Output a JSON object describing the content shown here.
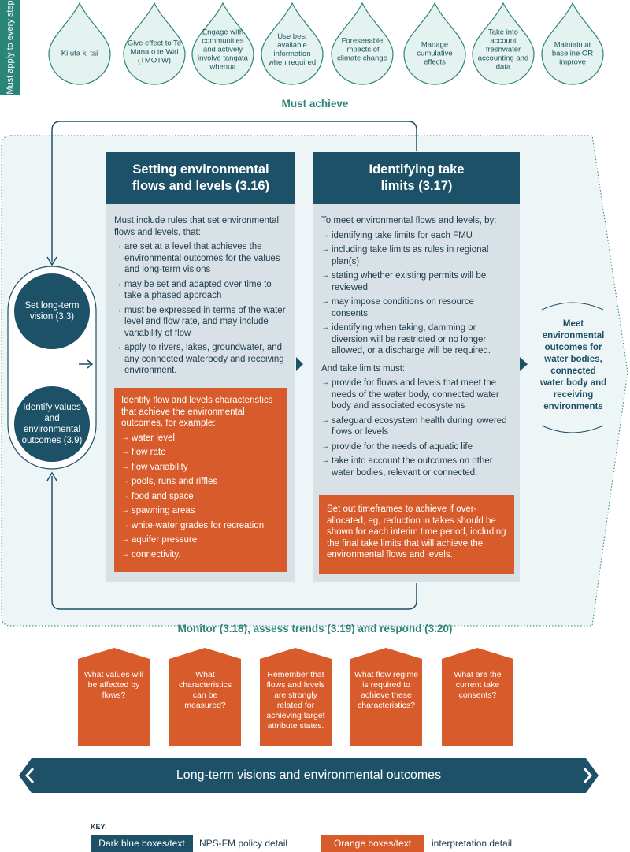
{
  "side_tab": "Must apply to every step",
  "principles": [
    "Ki uta ki tai",
    "Give effect to Te Mana o te Wai (TMOTW)",
    "Engage with communities and actively involve tangata whenua",
    "Use best available information when required",
    "Foreseeable impacts of climate change",
    "Manage cumulative effects",
    "Take into account freshwater accounting and data",
    "Maintain at baseline OR improve"
  ],
  "must_achieve": "Must achieve",
  "circles": {
    "vision": "Set long-term vision (3.3)",
    "values": "Identify values and environmental outcomes (3.9)"
  },
  "panel_left": {
    "title": "Setting environmental flows and levels (3.16)",
    "intro": "Must include rules that set environmental flows and levels, that:",
    "bullets": [
      "are set at a level that achieves the environmental outcomes for the values and long-term visions",
      "may be set and adapted over time to take a phased approach",
      "must be expressed in terms of the water level and flow rate, and may include variability of flow",
      "apply to rivers, lakes, groundwater, and any connected waterbody and receiving environment."
    ],
    "orange_intro": "Identify flow and levels characteristics that achieve the environmental outcomes, for example:",
    "orange_bullets": [
      "water level",
      "flow rate",
      "flow variability",
      "pools, runs and riffles",
      "food and space",
      "spawning areas",
      "white-water grades for recreation",
      "aquifer pressure",
      "connectivity."
    ]
  },
  "panel_right": {
    "title": "Identifying take limits (3.17)",
    "intro": "To meet environmental flows and levels, by:",
    "bullets": [
      "identifying take limits for each FMU",
      "including take limits as rules in regional plan(s)",
      "stating whether existing permits will be reviewed",
      "may impose conditions on resource consents",
      "identifying when taking, damming or diversion will be restricted or no longer allowed, or a discharge will be required."
    ],
    "intro2": "And take limits must:",
    "bullets2": [
      "provide for flows and levels that meet the needs of the water body, connected water body and associated ecosystems",
      "safeguard ecosystem health during lowered flows or levels",
      "provide for the needs of aquatic life",
      "take into account the outcomes on other water bodies, relevant or connected."
    ],
    "orange_text": "Set out timeframes to achieve if over-allocated, eg, reduction in takes should be shown for each interim time period, including the final take limits that will achieve the environmental flows and levels."
  },
  "outcome_text": "Meet environmental outcomes for water bodies, connected water body and receiving environments",
  "monitor": "Monitor (3.18), assess trends (3.19) and respond (3.20)",
  "questions": [
    "What values will be affected by flows?",
    "What characteristics can be measured?",
    "Remember that flows and levels are strongly related for achieving target attribute states.",
    "What flow regime is required to achieve these characteristics?",
    "What are the current take consents?"
  ],
  "banner": "Long-term visions and environmental outcomes",
  "key": {
    "title": "KEY:",
    "blue_label": "Dark blue boxes/text",
    "blue_desc": "NPS-FM policy detail",
    "orange_label": "Orange boxes/text",
    "orange_desc": "interpretation detail"
  },
  "colors": {
    "dark_blue": "#1c5167",
    "orange": "#d85b2b",
    "teal": "#2a8478",
    "light_panel": "#d8e1e5",
    "drop_fill": "#e4f2f0"
  }
}
